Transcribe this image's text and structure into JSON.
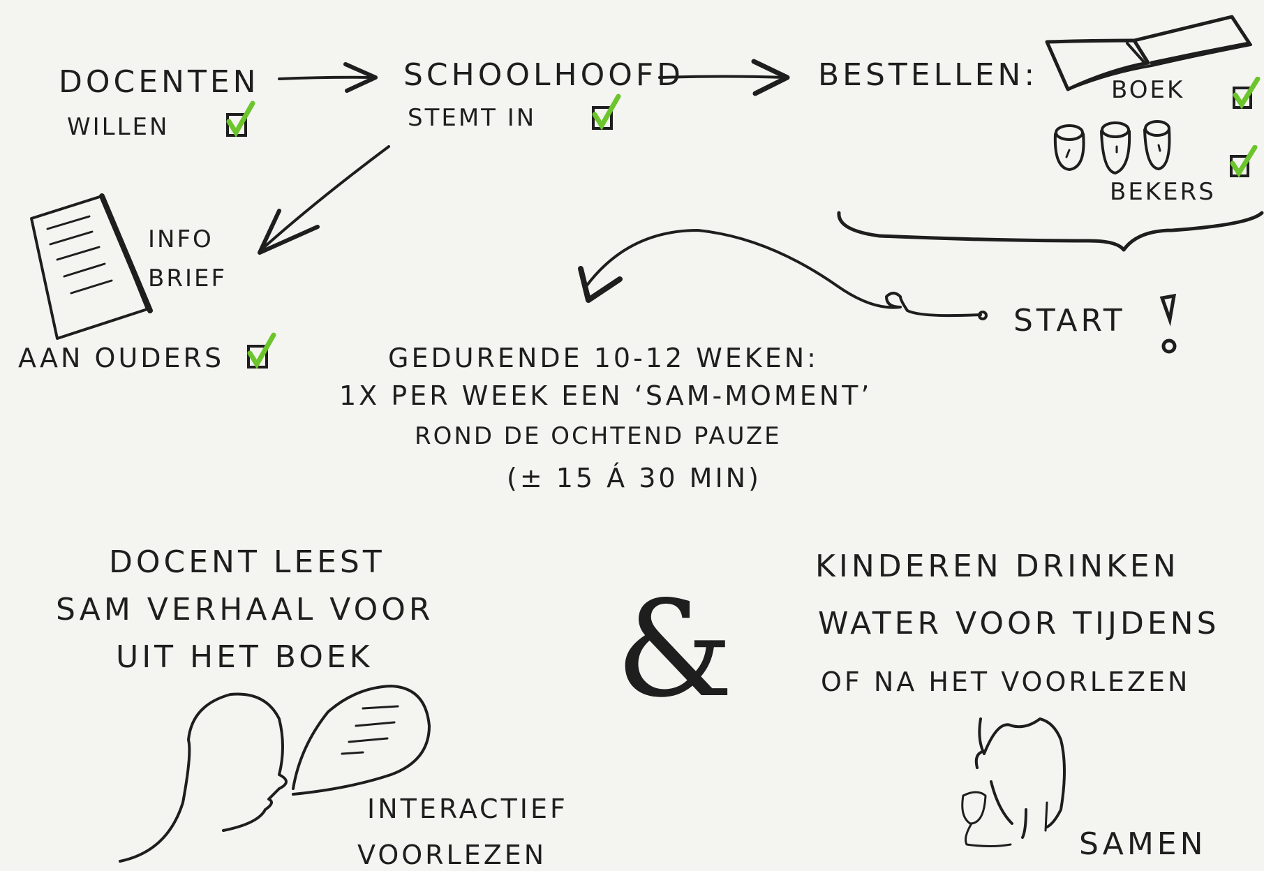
{
  "flow_top": {
    "step1": {
      "line1": "Docenten",
      "line2": "willen"
    },
    "step2": {
      "line1": "Schoolhoofd",
      "line2": "stemt in"
    },
    "step3": {
      "label": "Bestellen:",
      "items": [
        "Boek",
        "Bekers"
      ]
    }
  },
  "info": {
    "line1": "Info",
    "line2": "Brief",
    "line3": "aan ouders"
  },
  "start": {
    "label": "Start",
    "mark": "!"
  },
  "middle": {
    "line1": "Gedurende 10-12 weken:",
    "line2": "1x per week een ‘SAM-moment’",
    "line3": "rond de ochtend pauze",
    "line4": "(± 15 á 30 min)"
  },
  "left_block": {
    "line1": "Docent leest",
    "line2": "SAM verhaal voor",
    "line3": "uit het boek",
    "caption1": "interactief",
    "caption2": "voorlezen"
  },
  "ampersand": "&",
  "right_block": {
    "line1": "Kinderen drinken",
    "line2": "water voor tijdens",
    "line3": "of na het voorlezen",
    "caption": "samen"
  },
  "colors": {
    "ink": "#1e1e1e",
    "check": "#6cc52c",
    "background": "#f4f4f0"
  }
}
